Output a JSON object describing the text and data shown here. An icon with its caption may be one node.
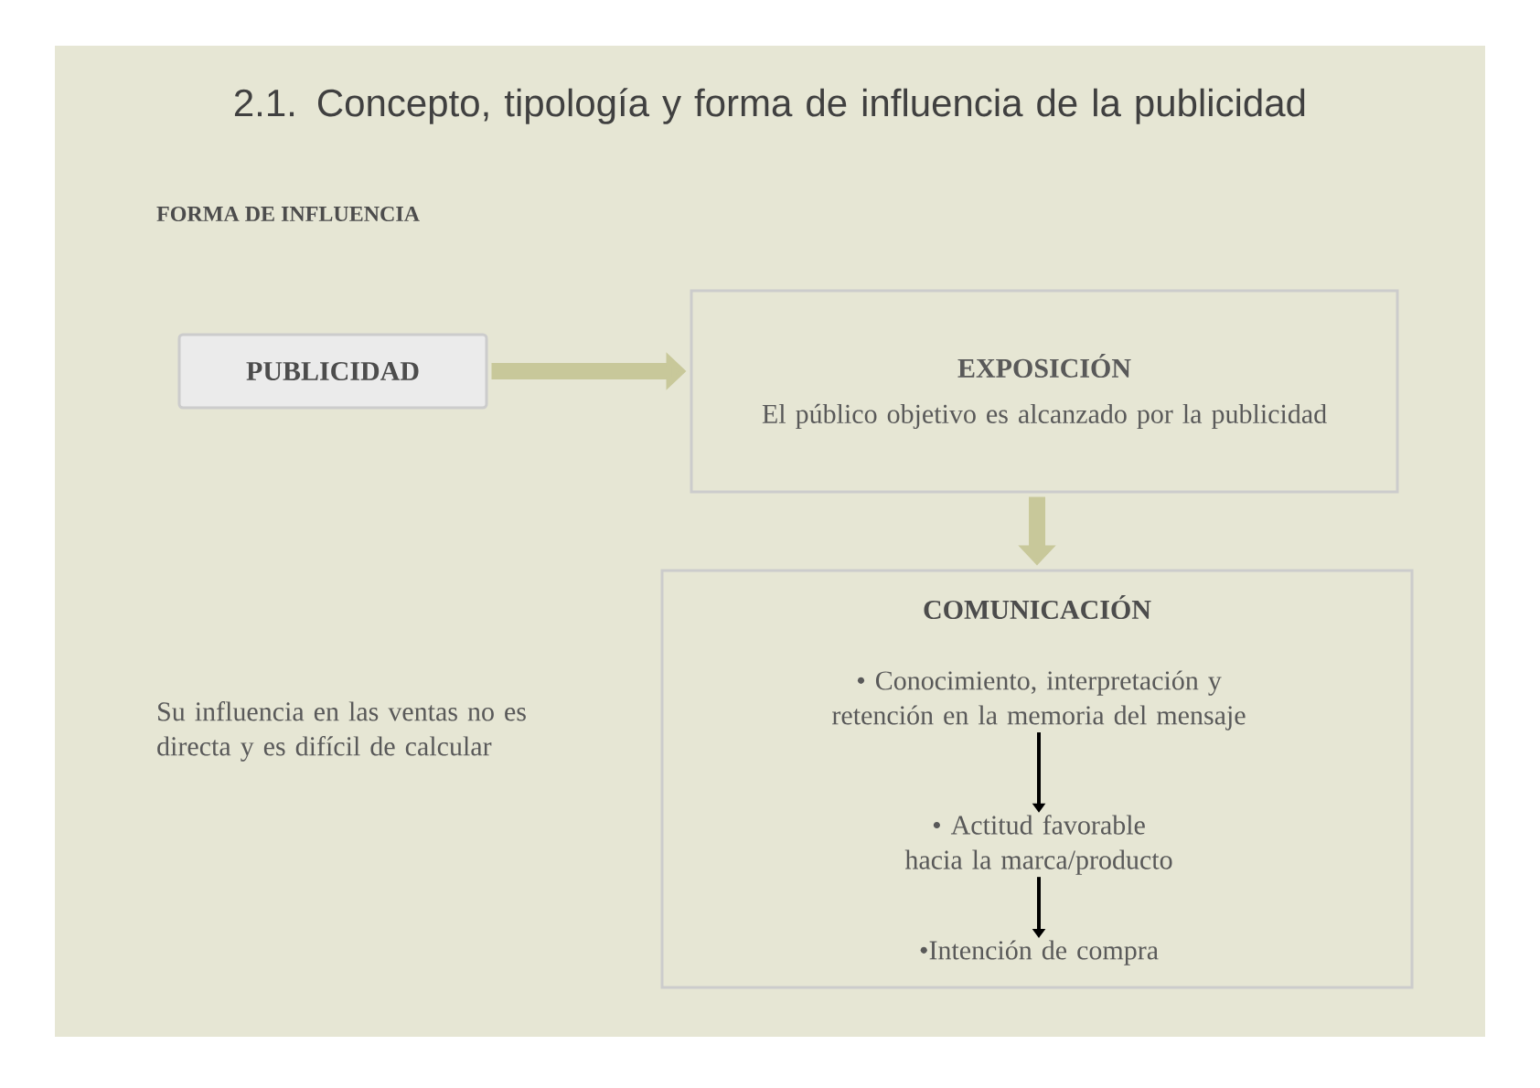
{
  "diagram": {
    "title": "2.1. Concepto, tipología y forma de influencia de la publicidad",
    "nodes": [
      {
        "text": [
          "PUBLICIDAD"
        ]
      },
      {
        "text": [
          "EXPOSICIÓN",
          "El público objetivo es alcanzado por la publicidad"
        ]
      },
      {
        "text": [
          "COMUNICACIÓN"
        ]
      },
      {
        "text": [
          "• Conocimiento, interpretación y retención en la memoria del mensaje"
        ],
        "in": 2
      },
      {
        "text": [
          "• Actitud favorable hacia la marca/producto"
        ],
        "in": 2
      },
      {
        "text": [
          "•Intención de compra"
        ],
        "in": 2
      }
    ],
    "edges": [
      {
        "from": 0,
        "to": 1,
        "arrow": "to",
        "style": "thick",
        "color": "#c8c89a"
      },
      {
        "from": 1,
        "to": 2,
        "arrow": "to",
        "style": "thick",
        "color": "#c8c89a"
      },
      {
        "from": 3,
        "to": 4,
        "arrow": "to",
        "color": "#000000"
      },
      {
        "from": 4,
        "to": 5,
        "arrow": "to",
        "color": "#000000"
      }
    ],
    "labels": [
      "FORMA DE INFLUENCIA",
      "Su influencia en las ventas no es directa y es difícil de calcular"
    ]
  }
}
